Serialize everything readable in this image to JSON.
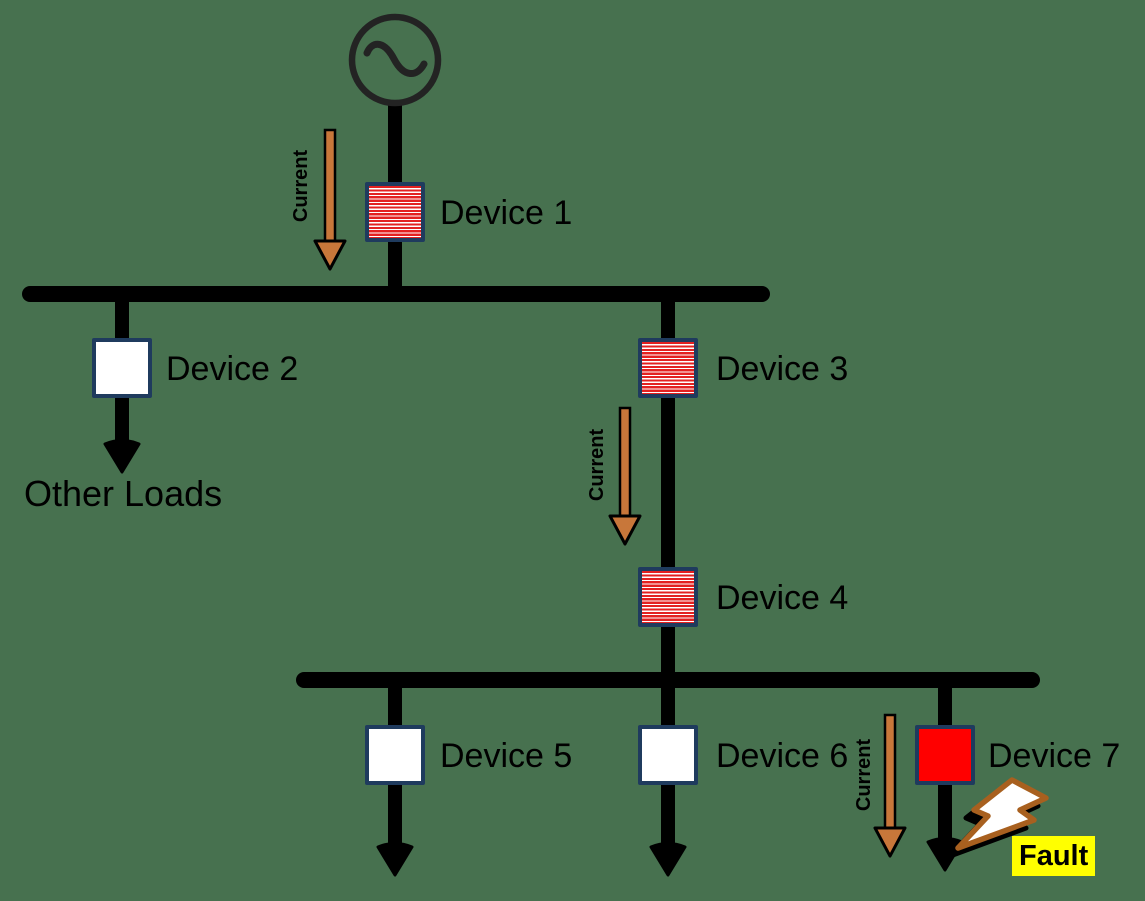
{
  "labels": {
    "current": "Current",
    "other_loads": "Other Loads",
    "fault": "Fault"
  },
  "devices": [
    {
      "label": "Device 1",
      "fill": "striped"
    },
    {
      "label": "Device 2",
      "fill": "white"
    },
    {
      "label": "Device 3",
      "fill": "striped"
    },
    {
      "label": "Device 4",
      "fill": "striped"
    },
    {
      "label": "Device 5",
      "fill": "white"
    },
    {
      "label": "Device 6",
      "fill": "white"
    },
    {
      "label": "Device 7",
      "fill": "red"
    }
  ],
  "icons": {
    "source": "ac-source-circle-sine",
    "current": "down-arrow-orange",
    "load": "down-arrow-black",
    "fault": "lightning-bolt"
  },
  "colors": {
    "bg": "#47714F",
    "ink": "#000000",
    "source_stroke": "#232323",
    "box_border": "#1F3B5E",
    "stripe_red": "#E32020",
    "solid_red": "#FF0000",
    "orange": "#C8773A",
    "fault_bg": "#FFFF00",
    "bolt_stroke": "#A8601F",
    "bolt_fill": "#FFFFFF"
  }
}
